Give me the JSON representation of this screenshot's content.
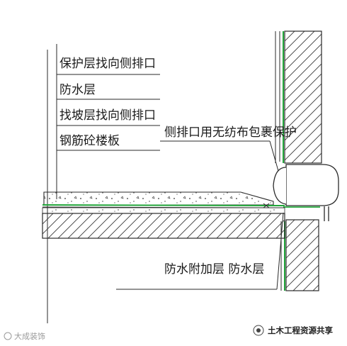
{
  "labels": {
    "protect_slope": "保护层找向侧排口",
    "waterproof": "防水层",
    "leveling_slope": "找坡层找向侧排口",
    "rc_slab": "钢筋砼楼板",
    "drain_wrap": "侧排口用无纺布包裹保护",
    "bottom_layers": "防水附加层 防水层"
  },
  "watermark_left": "大成装饰",
  "brand_right": "土木工程资源共享",
  "colors": {
    "line": "#2a2a2a",
    "membrane": "#22a63a",
    "hatch": "#3a3a3a"
  }
}
